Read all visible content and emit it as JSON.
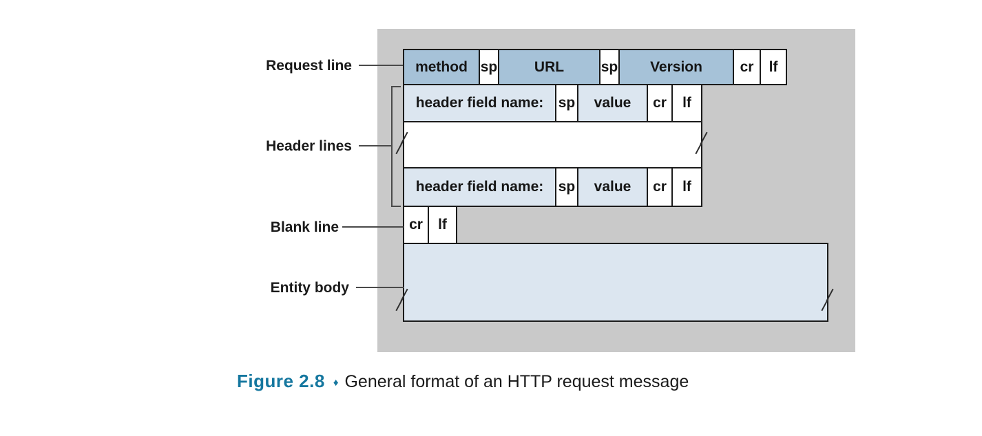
{
  "figure": {
    "caption_label": "Figure 2.8",
    "caption_diamond": "♦",
    "caption_text": "General format of an HTTP request message"
  },
  "labels": {
    "request_line": "Request line",
    "header_lines": "Header lines",
    "blank_line": "Blank line",
    "entity_body": "Entity body"
  },
  "diagram": {
    "request_row": {
      "cells": [
        {
          "label": "method"
        },
        {
          "label": "sp"
        },
        {
          "label": "URL"
        },
        {
          "label": "sp"
        },
        {
          "label": "Version"
        },
        {
          "label": "cr"
        },
        {
          "label": "lf"
        }
      ]
    },
    "header_row": {
      "cells": [
        {
          "label": "header field name:"
        },
        {
          "label": "sp"
        },
        {
          "label": "value"
        },
        {
          "label": "cr"
        },
        {
          "label": "lf"
        }
      ]
    },
    "blank_row": {
      "cells": [
        {
          "label": "cr"
        },
        {
          "label": "lf"
        }
      ]
    }
  },
  "colors": {
    "panel_gray": "#c9c9c9",
    "dark_blue": "#a6c2d8",
    "light_blue": "#dce6f0",
    "box_border": "#1b1b1b",
    "caption_teal": "#15779f"
  }
}
